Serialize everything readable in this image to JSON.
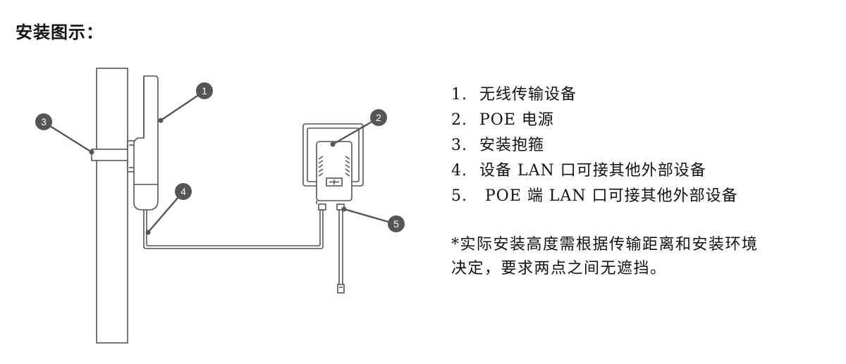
{
  "title": "安装图示：",
  "legend": [
    {
      "num": "1.",
      "text": "无线传输设备"
    },
    {
      "num": "2.",
      "text": "POE 电源"
    },
    {
      "num": "3.",
      "text": "安装抱箍"
    },
    {
      "num": "4.",
      "text": "设备 LAN 口可接其他外部设备"
    },
    {
      "num": "5.",
      "text": " POE 端 LAN 口可接其他外部设备"
    }
  ],
  "note": {
    "line1": "*实际安装高度需根据传输距离和安装环境",
    "line2": "决定，要求两点之间无遮挡。"
  },
  "callouts": [
    "1",
    "2",
    "3",
    "4",
    "5"
  ]
}
